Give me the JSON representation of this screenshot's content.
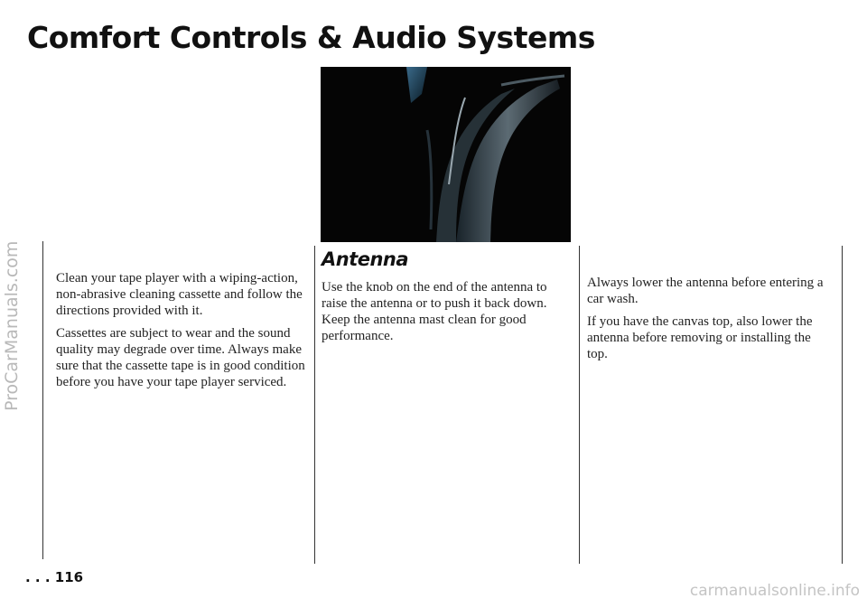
{
  "page": {
    "title": "Comfort Controls & Audio Systems",
    "page_number": ". . . 116"
  },
  "photo": {
    "subject": "antenna-photo"
  },
  "left_column": {
    "paragraphs": [
      "Clean your tape player with a wiping-action, non-abrasive cleaning cassette and follow the directions provided with it.",
      "Cassettes are subject to wear and the sound quality may degrade over time. Always make sure that the cassette tape is in good condition before you have your tape player serviced."
    ]
  },
  "antenna": {
    "heading": "Antenna",
    "paragraphs": [
      "Use the knob on the end of the antenna to raise the antenna or to push it back down. Keep the antenna mast clean for good performance."
    ]
  },
  "right_column": {
    "paragraphs": [
      "Always lower the antenna before entering a car wash.",
      "If you have the canvas top, also lower the antenna before removing or installing the top."
    ]
  },
  "watermarks": {
    "side": "ProCarManuals.com",
    "bottom": "carmanualsonline.info"
  }
}
